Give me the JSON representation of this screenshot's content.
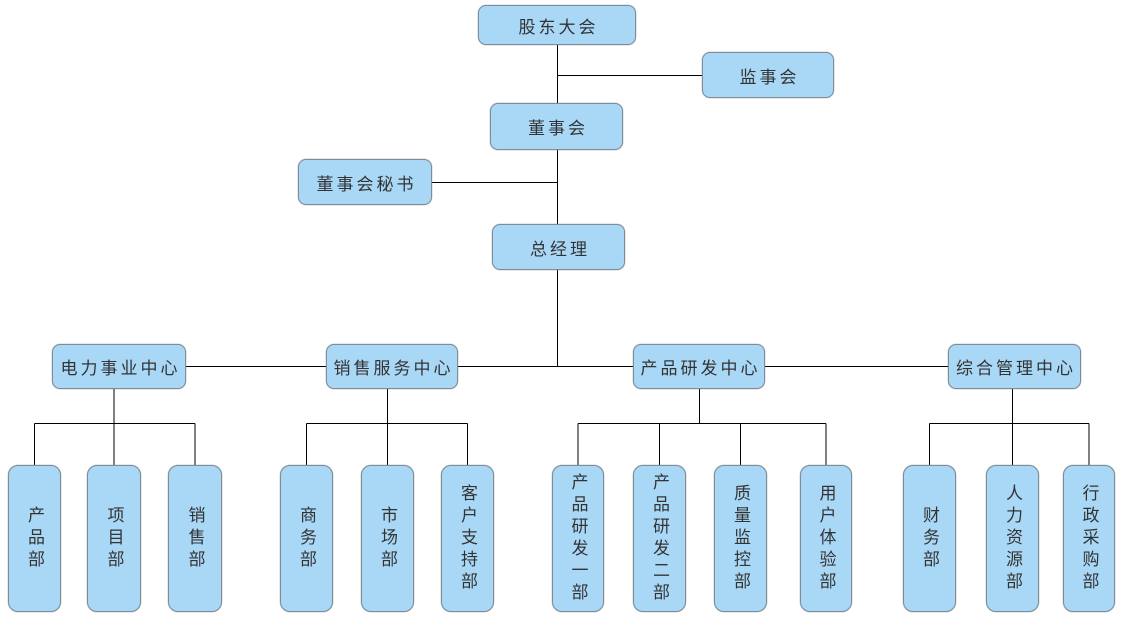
{
  "diagram": {
    "type": "org-chart",
    "background_color": "#ffffff",
    "node_style": {
      "fill_color": "#a9d8f7",
      "border_color": "#7f8b96",
      "connector_color": "#000000",
      "text_color": "#333333"
    },
    "nodes": {
      "shareholders_meeting": {
        "label": "股东大会"
      },
      "supervisory_board": {
        "label": "监事会"
      },
      "board_of_directors": {
        "label": "董事会"
      },
      "board_secretary": {
        "label": "董事会秘书"
      },
      "general_manager": {
        "label": "总经理"
      }
    },
    "centers": [
      {
        "label": "电力事业中心",
        "departments": [
          "产品部",
          "项目部",
          "销售部"
        ]
      },
      {
        "label": "销售服务中心",
        "departments": [
          "商务部",
          "市场部",
          "客户支持部"
        ]
      },
      {
        "label": "产品研发中心",
        "departments": [
          "产品研发一部",
          "产品研发二部",
          "质量监控部",
          "用户体验部"
        ]
      },
      {
        "label": "综合管理中心",
        "departments": [
          "财务部",
          "人力资源部",
          "行政采购部"
        ]
      }
    ]
  }
}
